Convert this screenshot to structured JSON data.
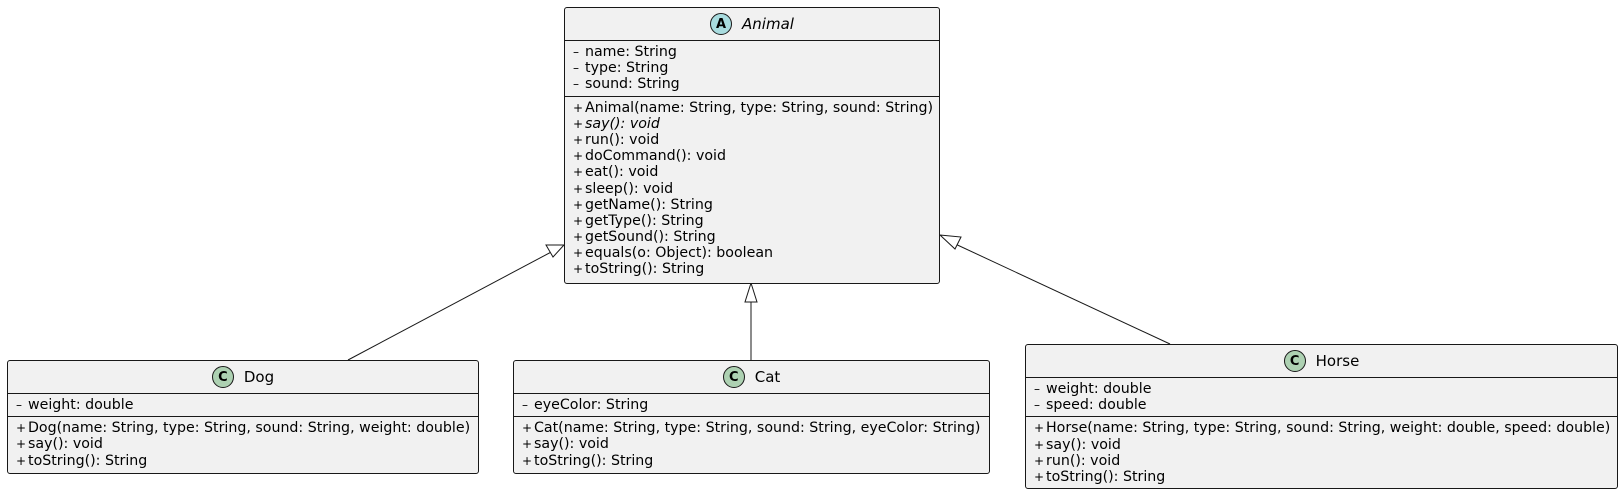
{
  "diagram": {
    "parent": {
      "name": "Animal",
      "stereotype_icon": "A",
      "abstract": true,
      "fields": [
        {
          "vis": "–",
          "text": "name: String"
        },
        {
          "vis": "–",
          "text": "type: String"
        },
        {
          "vis": "–",
          "text": "sound: String"
        }
      ],
      "methods": [
        {
          "vis": "+",
          "text": "Animal(name: String, type: String, sound: String)",
          "italic": false
        },
        {
          "vis": "+",
          "text": "say(): void",
          "italic": true
        },
        {
          "vis": "+",
          "text": "run(): void",
          "italic": false
        },
        {
          "vis": "+",
          "text": "doCommand(): void",
          "italic": false
        },
        {
          "vis": "+",
          "text": "eat(): void",
          "italic": false
        },
        {
          "vis": "+",
          "text": "sleep(): void",
          "italic": false
        },
        {
          "vis": "+",
          "text": "getName(): String",
          "italic": false
        },
        {
          "vis": "+",
          "text": "getType(): String",
          "italic": false
        },
        {
          "vis": "+",
          "text": "getSound(): String",
          "italic": false
        },
        {
          "vis": "+",
          "text": "equals(o: Object): boolean",
          "italic": false
        },
        {
          "vis": "+",
          "text": "toString(): String",
          "italic": false
        }
      ]
    },
    "children": [
      {
        "name": "Dog",
        "stereotype_icon": "C",
        "fields": [
          {
            "vis": "–",
            "text": "weight: double"
          }
        ],
        "methods": [
          {
            "vis": "+",
            "text": "Dog(name: String, type: String, sound: String, weight: double)"
          },
          {
            "vis": "+",
            "text": "say(): void"
          },
          {
            "vis": "+",
            "text": "toString(): String"
          }
        ]
      },
      {
        "name": "Cat",
        "stereotype_icon": "C",
        "fields": [
          {
            "vis": "–",
            "text": "eyeColor: String"
          }
        ],
        "methods": [
          {
            "vis": "+",
            "text": "Cat(name: String, type: String, sound: String, eyeColor: String)"
          },
          {
            "vis": "+",
            "text": "say(): void"
          },
          {
            "vis": "+",
            "text": "toString(): String"
          }
        ]
      },
      {
        "name": "Horse",
        "stereotype_icon": "C",
        "fields": [
          {
            "vis": "–",
            "text": "weight: double"
          },
          {
            "vis": "–",
            "text": "speed: double"
          }
        ],
        "methods": [
          {
            "vis": "+",
            "text": "Horse(name: String, type: String, sound: String, weight: double, speed: double)"
          },
          {
            "vis": "+",
            "text": "say(): void"
          },
          {
            "vis": "+",
            "text": "run(): void"
          },
          {
            "vis": "+",
            "text": "toString(): String"
          }
        ]
      }
    ],
    "relations": [
      {
        "from": "Dog",
        "to": "Animal",
        "kind": "inheritance"
      },
      {
        "from": "Cat",
        "to": "Animal",
        "kind": "inheritance"
      },
      {
        "from": "Horse",
        "to": "Animal",
        "kind": "inheritance"
      }
    ],
    "colors": {
      "box_fill": "#f1f1f1",
      "border": "#181818",
      "abstract_badge": "#a9dcdf",
      "class_badge": "#add1b2"
    }
  }
}
